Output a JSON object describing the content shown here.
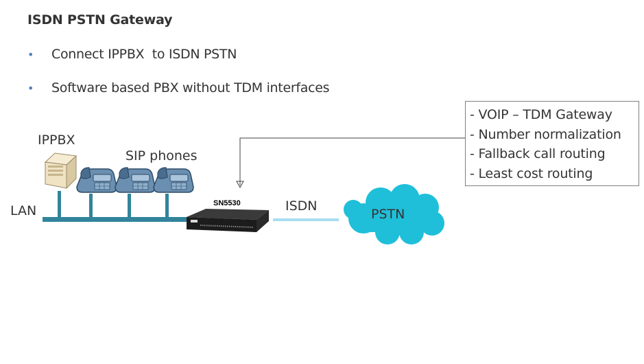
{
  "title": "ISDN PSTN Gateway",
  "bullets": [
    "Connect IPPBX  to ISDN PSTN",
    "Software based PBX without TDM interfaces"
  ],
  "features": [
    "- VOIP – TDM Gateway",
    "- Number normalization",
    "- Fallback call routing",
    "- Least cost routing"
  ],
  "labels": {
    "ippbx": "IPPBX",
    "sip_phones": "SIP phones",
    "lan": "LAN",
    "device": "SN5530",
    "isdn": "ISDN",
    "pstn": "PSTN"
  },
  "colors": {
    "lan_bus": "#31849b",
    "isdn_link": "#a8ddf0",
    "cloud": "#1fbfd9",
    "bullet": "#4f81bd"
  },
  "icons": {
    "pbx": "server-tower-icon",
    "phone": "desk-phone-icon",
    "gateway": "gateway-device-icon",
    "cloud": "cloud-icon"
  }
}
